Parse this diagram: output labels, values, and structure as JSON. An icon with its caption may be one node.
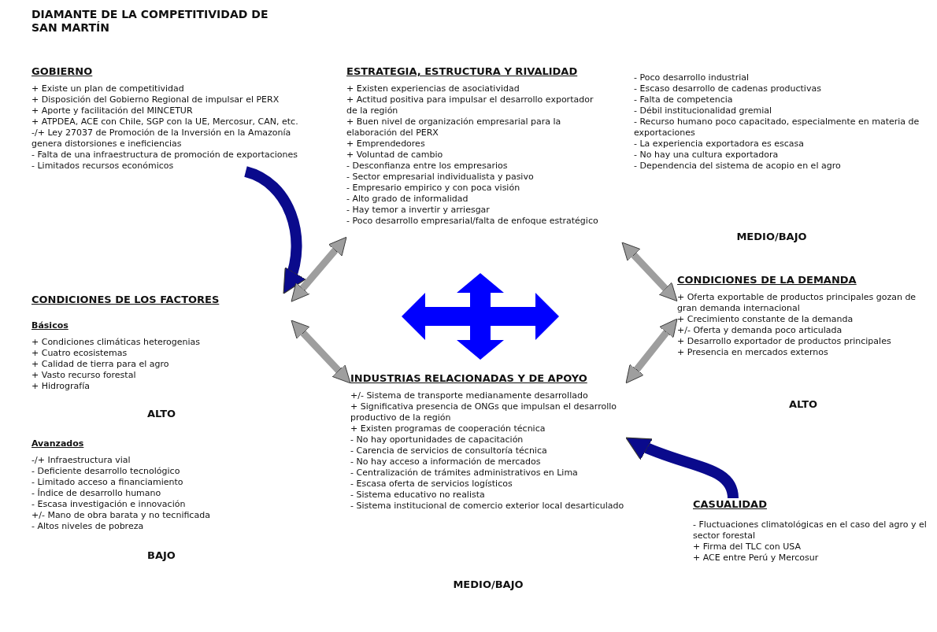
{
  "diagram": {
    "title": "DIAMANTE DE LA COMPETITIVIDAD DE SAN MARTÍN",
    "nodes": [
      {
        "text": [
          "GOBIERNO",
          "+ Existe un plan de competitividad",
          "+ Disposición del Gobierno Regional de impulsar el PERX",
          "+ Aporte y facilitación del MINCETUR",
          "+ ATPDEA, ACE con Chile, SGP con la UE, Mercosur, CAN, etc.",
          "-/+ Ley 27037 de Promoción de la Inversión en la Amazonía genera distorsiones e ineficiencias",
          "- Falta de una infraestructura de promoción de exportaciones",
          "- Limitados recursos económicos"
        ]
      },
      {
        "text": [
          "ESTRATEGIA, ESTRUCTURA Y RIVALIDAD",
          "+ Existen experiencias de asociatividad",
          "+ Actitud positiva para impulsar el desarrollo exportador de la región",
          "+ Buen nivel de organización empresarial para la elaboración del PERX",
          "+ Emprendedores",
          "+ Voluntad de cambio",
          "- Desconfianza entre los empresarios",
          "- Sector empresarial individualista y pasivo",
          "- Empresario empirico y con poca visión",
          "- Alto grado de informalidad",
          "- Hay temor a invertir y arriesgar",
          "- Poco desarrollo empresarial/falta de enfoque estratégico",
          "- Poco desarrollo industrial",
          "- Escaso desarrollo de cadenas productivas",
          "- Falta de competencia",
          "- Débil institucionalidad gremial",
          "- Recurso humano poco capacitado, especialmente en materia de exportaciones",
          "- La experiencia exportadora es escasa",
          "- No hay una cultura exportadora",
          "- Dependencia del sistema de acopio en el agro",
          "MEDIO/BAJO"
        ]
      },
      {
        "text": [
          "CONDICIONES DE LOS FACTORES",
          "Básicos",
          "+ Condiciones climáticas heterogenias",
          "+ Cuatro ecosistemas",
          "+ Calidad de tierra para el agro",
          "+ Vasto recurso forestal",
          "+ Hidrografía",
          "ALTO",
          "Avanzados",
          "-/+ Infraestructura vial",
          "- Deficiente desarrollo tecnológico",
          "- Limitado acceso a financiamiento",
          "- Índice de desarrollo humano",
          "- Escasa investigación e innovación",
          "+/- Mano de obra barata y no tecnificada",
          "- Altos niveles de pobreza",
          "BAJO"
        ]
      },
      {
        "text": [
          "CONDICIONES DE LA DEMANDA",
          "+ Oferta exportable de productos principales gozan de gran demanda internacional",
          "+ Crecimiento constante de la demanda",
          "+/- Oferta y demanda poco articulada",
          "+ Desarrollo exportador de productos principales",
          "+ Presencia en mercados externos",
          "ALTO"
        ]
      },
      {
        "text": [
          "INDUSTRIAS RELACIONADAS Y DE APOYO",
          "+/- Sistema de transporte medianamente desarrollado",
          "+ Significativa presencia de ONGs que impulsan el desarrollo productivo de la región",
          "+ Existen programas de cooperación técnica",
          "- No hay oportunidades de capacitación",
          "- Carencia de servicios de consultoría técnica",
          "- No hay acceso a información de mercados",
          "- Centralización de trámites administrativos en Lima",
          "- Escasa oferta de servicios logísticos",
          "- Sistema educativo no realista",
          "- Sistema institucional de comercio exterior local desarticulado",
          "MEDIO/BAJO"
        ]
      },
      {
        "text": [
          "CASUALIDAD",
          "- Fluctuaciones climatológicas en el caso del agro y el sector forestal",
          "+ Firma del TLC con USA",
          "+ ACE entre Perú y Mercosur"
        ]
      }
    ],
    "edges": [
      {
        "from": 0,
        "to": 2,
        "arrow": "to",
        "color": "#0a0a8c"
      },
      {
        "from": 2,
        "to": 1,
        "arrow": "both"
      },
      {
        "from": 2,
        "to": 4,
        "arrow": "both"
      },
      {
        "from": 1,
        "to": 3,
        "arrow": "both"
      },
      {
        "from": 3,
        "to": 4,
        "arrow": "both"
      },
      {
        "from": 5,
        "to": 4,
        "arrow": "to",
        "color": "#0a0a8c"
      }
    ]
  }
}
